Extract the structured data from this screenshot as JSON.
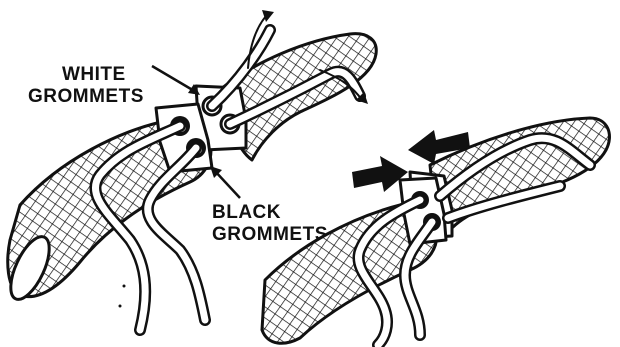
{
  "labels": {
    "white_grommets_line1": "WHITE",
    "white_grommets_line2": "GROMMETS",
    "black_grommets_line1": "BLACK",
    "black_grommets_line2": "GROMMETS"
  },
  "colors": {
    "ink": "#111111",
    "paper": "#ffffff"
  }
}
